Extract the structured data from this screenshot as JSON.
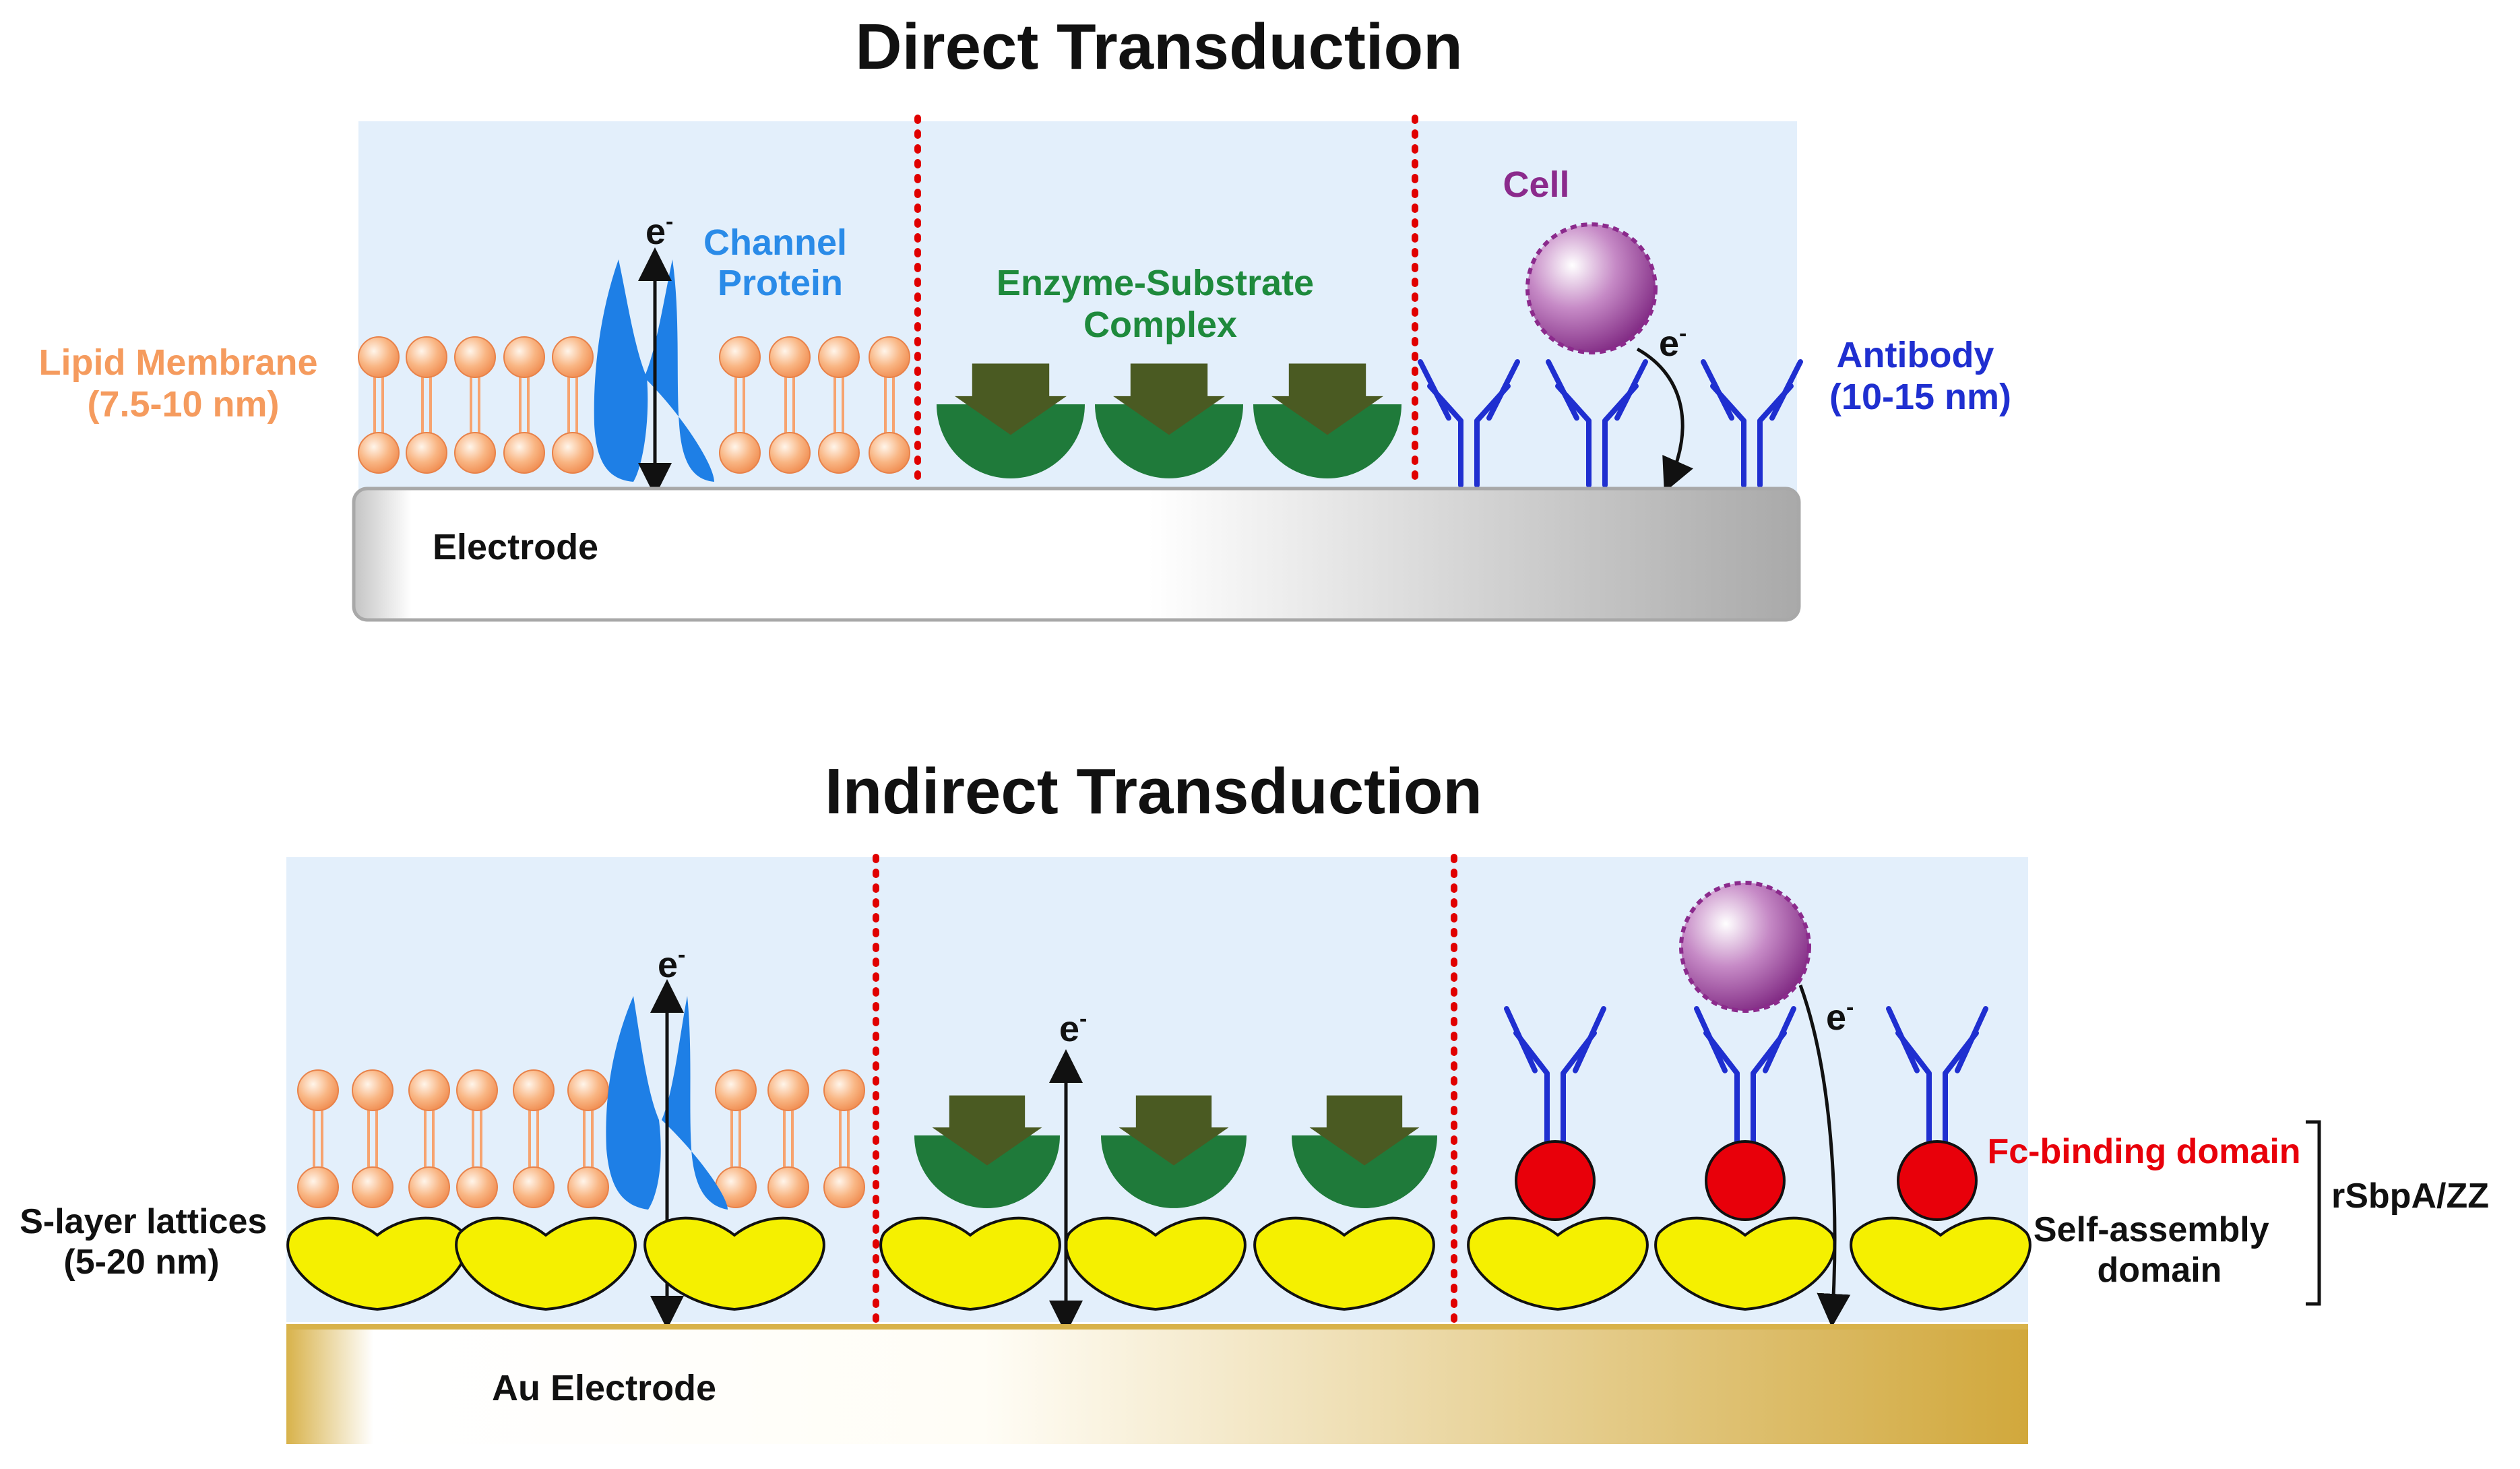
{
  "colors": {
    "panel_bg": "#e3effb",
    "lipid_head": "#f7a36f",
    "lipid_label": "#f59b5e",
    "channel": "#1e7fe6",
    "channel_label": "#2a8be8",
    "enzyme": "#1f7a3a",
    "substrate": "#4a5a22",
    "enzyme_label": "#1e8a3c",
    "cell": "#8b2a8c",
    "antibody": "#1f2fd0",
    "fc_domain": "#e8000a",
    "slayer": "#f5f000",
    "separator": "#e00000",
    "electrode_grey": "#b7b7b7",
    "electrode_gold": "#d8b24a"
  },
  "direct": {
    "title": "Direct Transduction",
    "electron": "e",
    "electron_sup": "-",
    "channel_label": [
      "Channel",
      "Protein"
    ],
    "lipid_label": [
      "Lipid Membrane",
      "(7.5-10 nm)"
    ],
    "enzyme_label": [
      "Enzyme-Substrate",
      "Complex"
    ],
    "cell_label": "Cell",
    "antibody_label": [
      "Antibody",
      "(10-15 nm)"
    ],
    "electrode_label": "Electrode"
  },
  "indirect": {
    "title": "Indirect Transduction",
    "electron": "e",
    "electron_sup": "-",
    "slayer_label": [
      "S-layer lattices",
      "(5-20 nm)"
    ],
    "fc_label": "Fc-binding domain",
    "selfassembly_label": [
      "Self-assembly",
      "domain"
    ],
    "rsbpa_label": "rSbpA/ZZ",
    "electrode_label": "Au Electrode"
  }
}
